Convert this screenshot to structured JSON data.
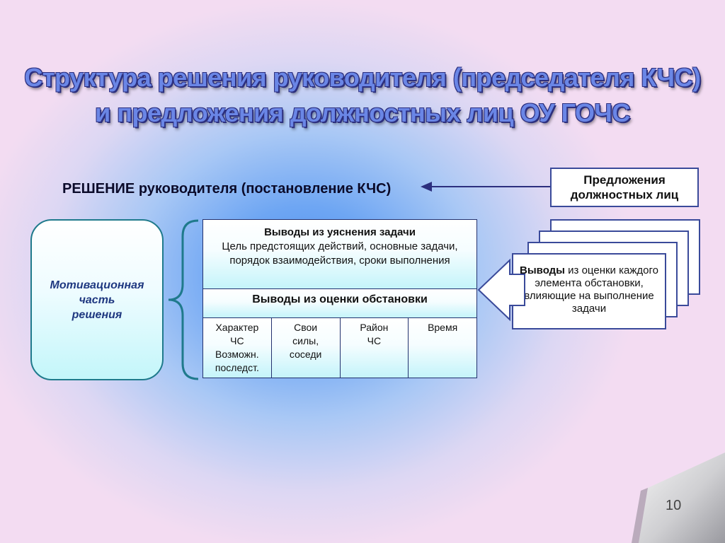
{
  "slide": {
    "title_line1": "Структура решения руководителя (председателя КЧС)",
    "title_line2": "и предложения должностных лиц ОУ ГОЧС",
    "decision_label": "РЕШЕНИЕ руководителя (постановление КЧС)",
    "proposals_box": "Предложения должностных лиц",
    "motivation_box": "Мотивационная\nчасть\nрешения",
    "task_conclusions": {
      "heading": "Выводы из уяснения задачи",
      "detail": "Цель предстоящих действий, основные задачи, порядок взаимодействия, сроки выполнения"
    },
    "situation_conclusions": "Выводы из оценки обстановки",
    "factors": [
      "Характер\nЧС\nВозможн.\nпоследст.",
      "Свои\nсилы,\nсоседи",
      "Район\nЧС",
      "Время"
    ],
    "element_conclusions": {
      "bold": "Выводы",
      "rest": " из оценки каждого элемента обстановки, влияющие на выполнение задачи"
    },
    "page_number": "10"
  },
  "colors": {
    "title_fill": "#6a86e6",
    "title_outline": "#2c2f7e",
    "background_center": "#4f8ff0",
    "background_edge": "#f3dcf2",
    "box_border": "#3a4a9a",
    "box_gradient_bottom": "#c4f4fa",
    "motivation_border": "#1f7a8c"
  }
}
